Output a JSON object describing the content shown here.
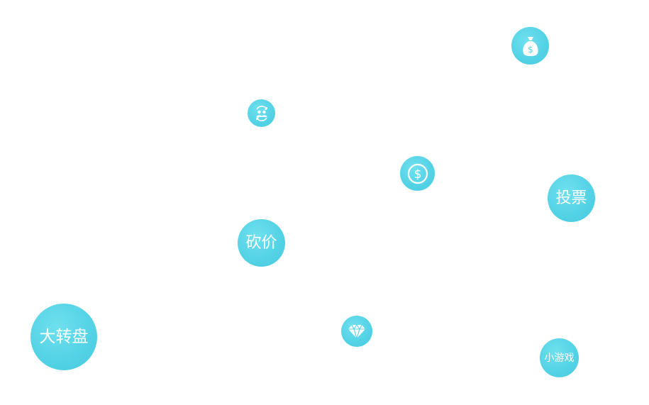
{
  "bubbles": {
    "vote": {
      "label": "投票"
    },
    "bargain": {
      "label": "砍价"
    },
    "wheel": {
      "label": "大转盘"
    },
    "game": {
      "label": "小游戏"
    }
  },
  "icons": {
    "money": "money-bag-icon",
    "swap": "users-swap-icon",
    "coin": "dollar-coin-icon",
    "diamond": "diamond-icon"
  },
  "colors": {
    "bubble": "#55d3e6",
    "foreground": "#ffffff",
    "background": "#ffffff"
  }
}
